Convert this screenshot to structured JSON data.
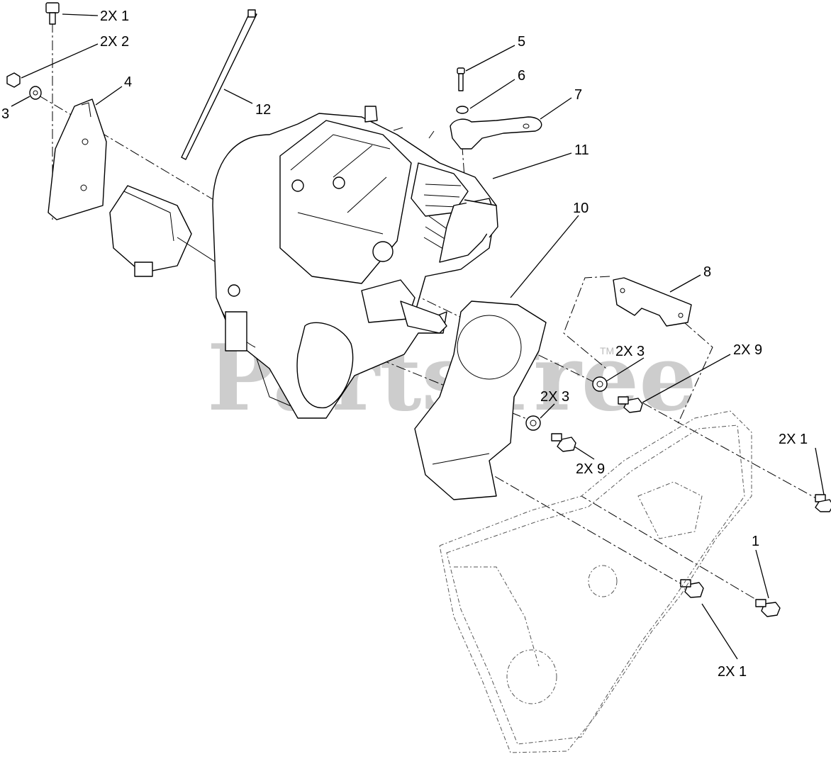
{
  "watermark": {
    "text": "PartsTree",
    "tm": "TM"
  },
  "callouts": [
    {
      "id": "c-2x1-top",
      "text": "2X 1"
    },
    {
      "id": "c-2x2",
      "text": "2X 2"
    },
    {
      "id": "c-3-left",
      "text": "3"
    },
    {
      "id": "c-4",
      "text": "4"
    },
    {
      "id": "c-12",
      "text": "12"
    },
    {
      "id": "c-5",
      "text": "5"
    },
    {
      "id": "c-6",
      "text": "6"
    },
    {
      "id": "c-7",
      "text": "7"
    },
    {
      "id": "c-11",
      "text": "11"
    },
    {
      "id": "c-10",
      "text": "10"
    },
    {
      "id": "c-8",
      "text": "8"
    },
    {
      "id": "c-2x3-right",
      "text": "2X 3"
    },
    {
      "id": "c-2x9-right",
      "text": "2X 9"
    },
    {
      "id": "c-2x3-mid",
      "text": "2X 3"
    },
    {
      "id": "c-2x9-mid",
      "text": "2X 9"
    },
    {
      "id": "c-2x1-right",
      "text": "2X 1"
    },
    {
      "id": "c-1",
      "text": "1"
    },
    {
      "id": "c-2x1-bottom",
      "text": "2X 1"
    }
  ]
}
